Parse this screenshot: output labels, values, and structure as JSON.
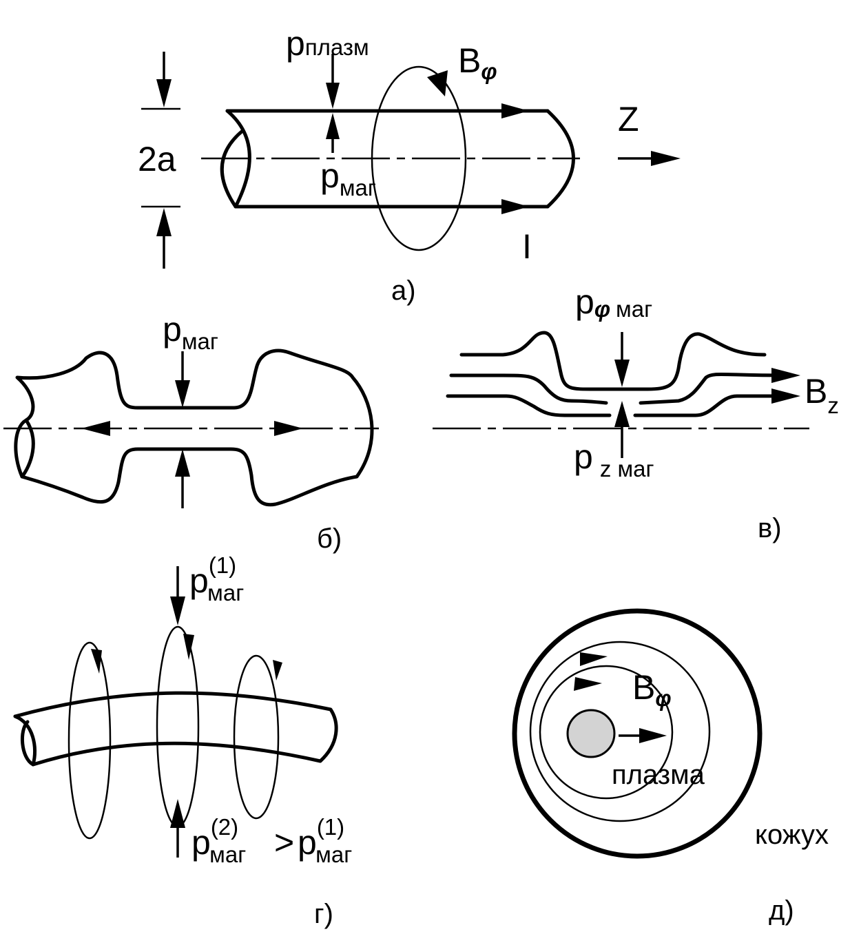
{
  "panels": {
    "a": {
      "caption": "а)",
      "p_plasma_main": "p",
      "p_plasma_sub": "плазм",
      "b_phi_main": "B",
      "b_phi_sub": "φ",
      "z_label": "Z",
      "radius_label": "2a",
      "p_mag_main": "p",
      "p_mag_sub": "маг",
      "current_label": "I"
    },
    "b": {
      "caption": "б)",
      "p_mag_main": "p",
      "p_mag_sub": "маг"
    },
    "v": {
      "caption": "в)",
      "p_phi_main": "p",
      "p_phi_sub1": "φ",
      "p_phi_sub2": "маг",
      "bz_main": "B",
      "bz_sub": "z",
      "p_z_main": "p",
      "p_z_sub": "z маг"
    },
    "g": {
      "caption": "г)",
      "p1_main": "p",
      "p1_sup": "(1)",
      "p1_sub": "маг",
      "p2_main": "p",
      "p2_sup": "(2)",
      "p2_sub": "маг",
      "gt": ">",
      "p3_main": "p",
      "p3_sup": "(1)",
      "p3_sub": "маг"
    },
    "d": {
      "caption": "д)",
      "b_phi_main": "B",
      "b_phi_sub": "φ",
      "plasma_label": "плазма",
      "casing_label": "кожух",
      "plasma_color": "#d3d3d3"
    }
  }
}
